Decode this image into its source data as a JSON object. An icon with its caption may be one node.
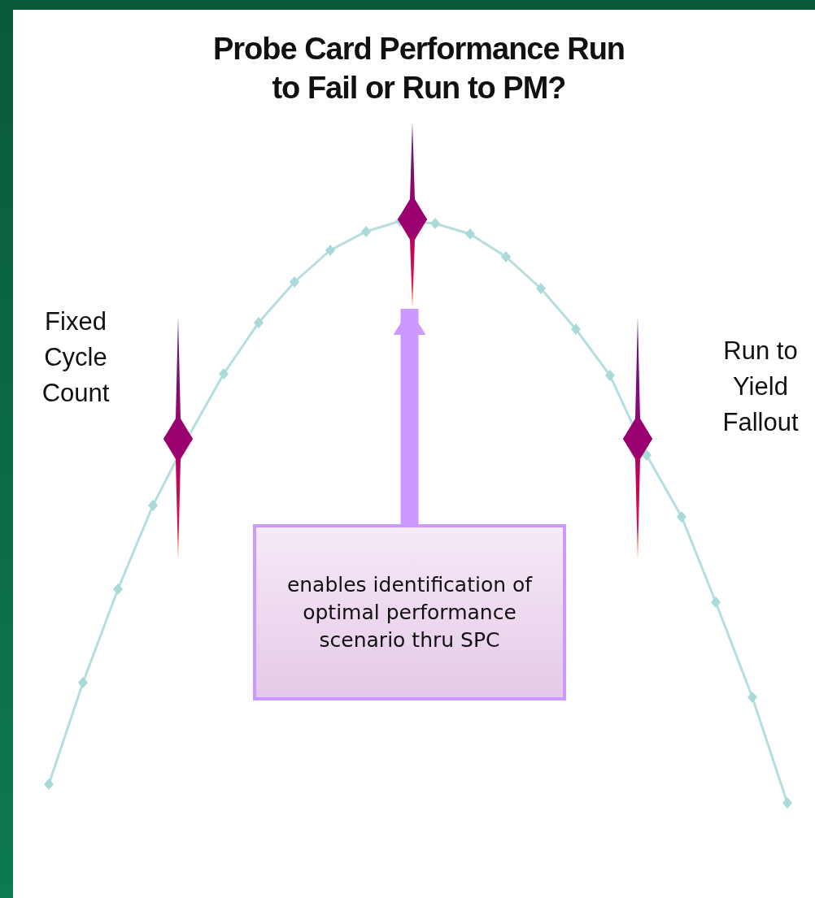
{
  "diagram": {
    "title": "Probe Card Performance Run to Fail or Run to PM?",
    "nodes": [
      {
        "text": [],
        "shape": "diamond"
      },
      {
        "text": [],
        "shape": "diamond"
      },
      {
        "text": [],
        "shape": "diamond"
      },
      {
        "text": [
          "enables identification of optimal performance scenario thru SPC"
        ]
      }
    ],
    "edges": [
      {
        "from": 3,
        "to": 1,
        "arrow": "to"
      }
    ],
    "labels": [
      "Fixed Cycle Count",
      "Run to Yield Fallout"
    ]
  }
}
